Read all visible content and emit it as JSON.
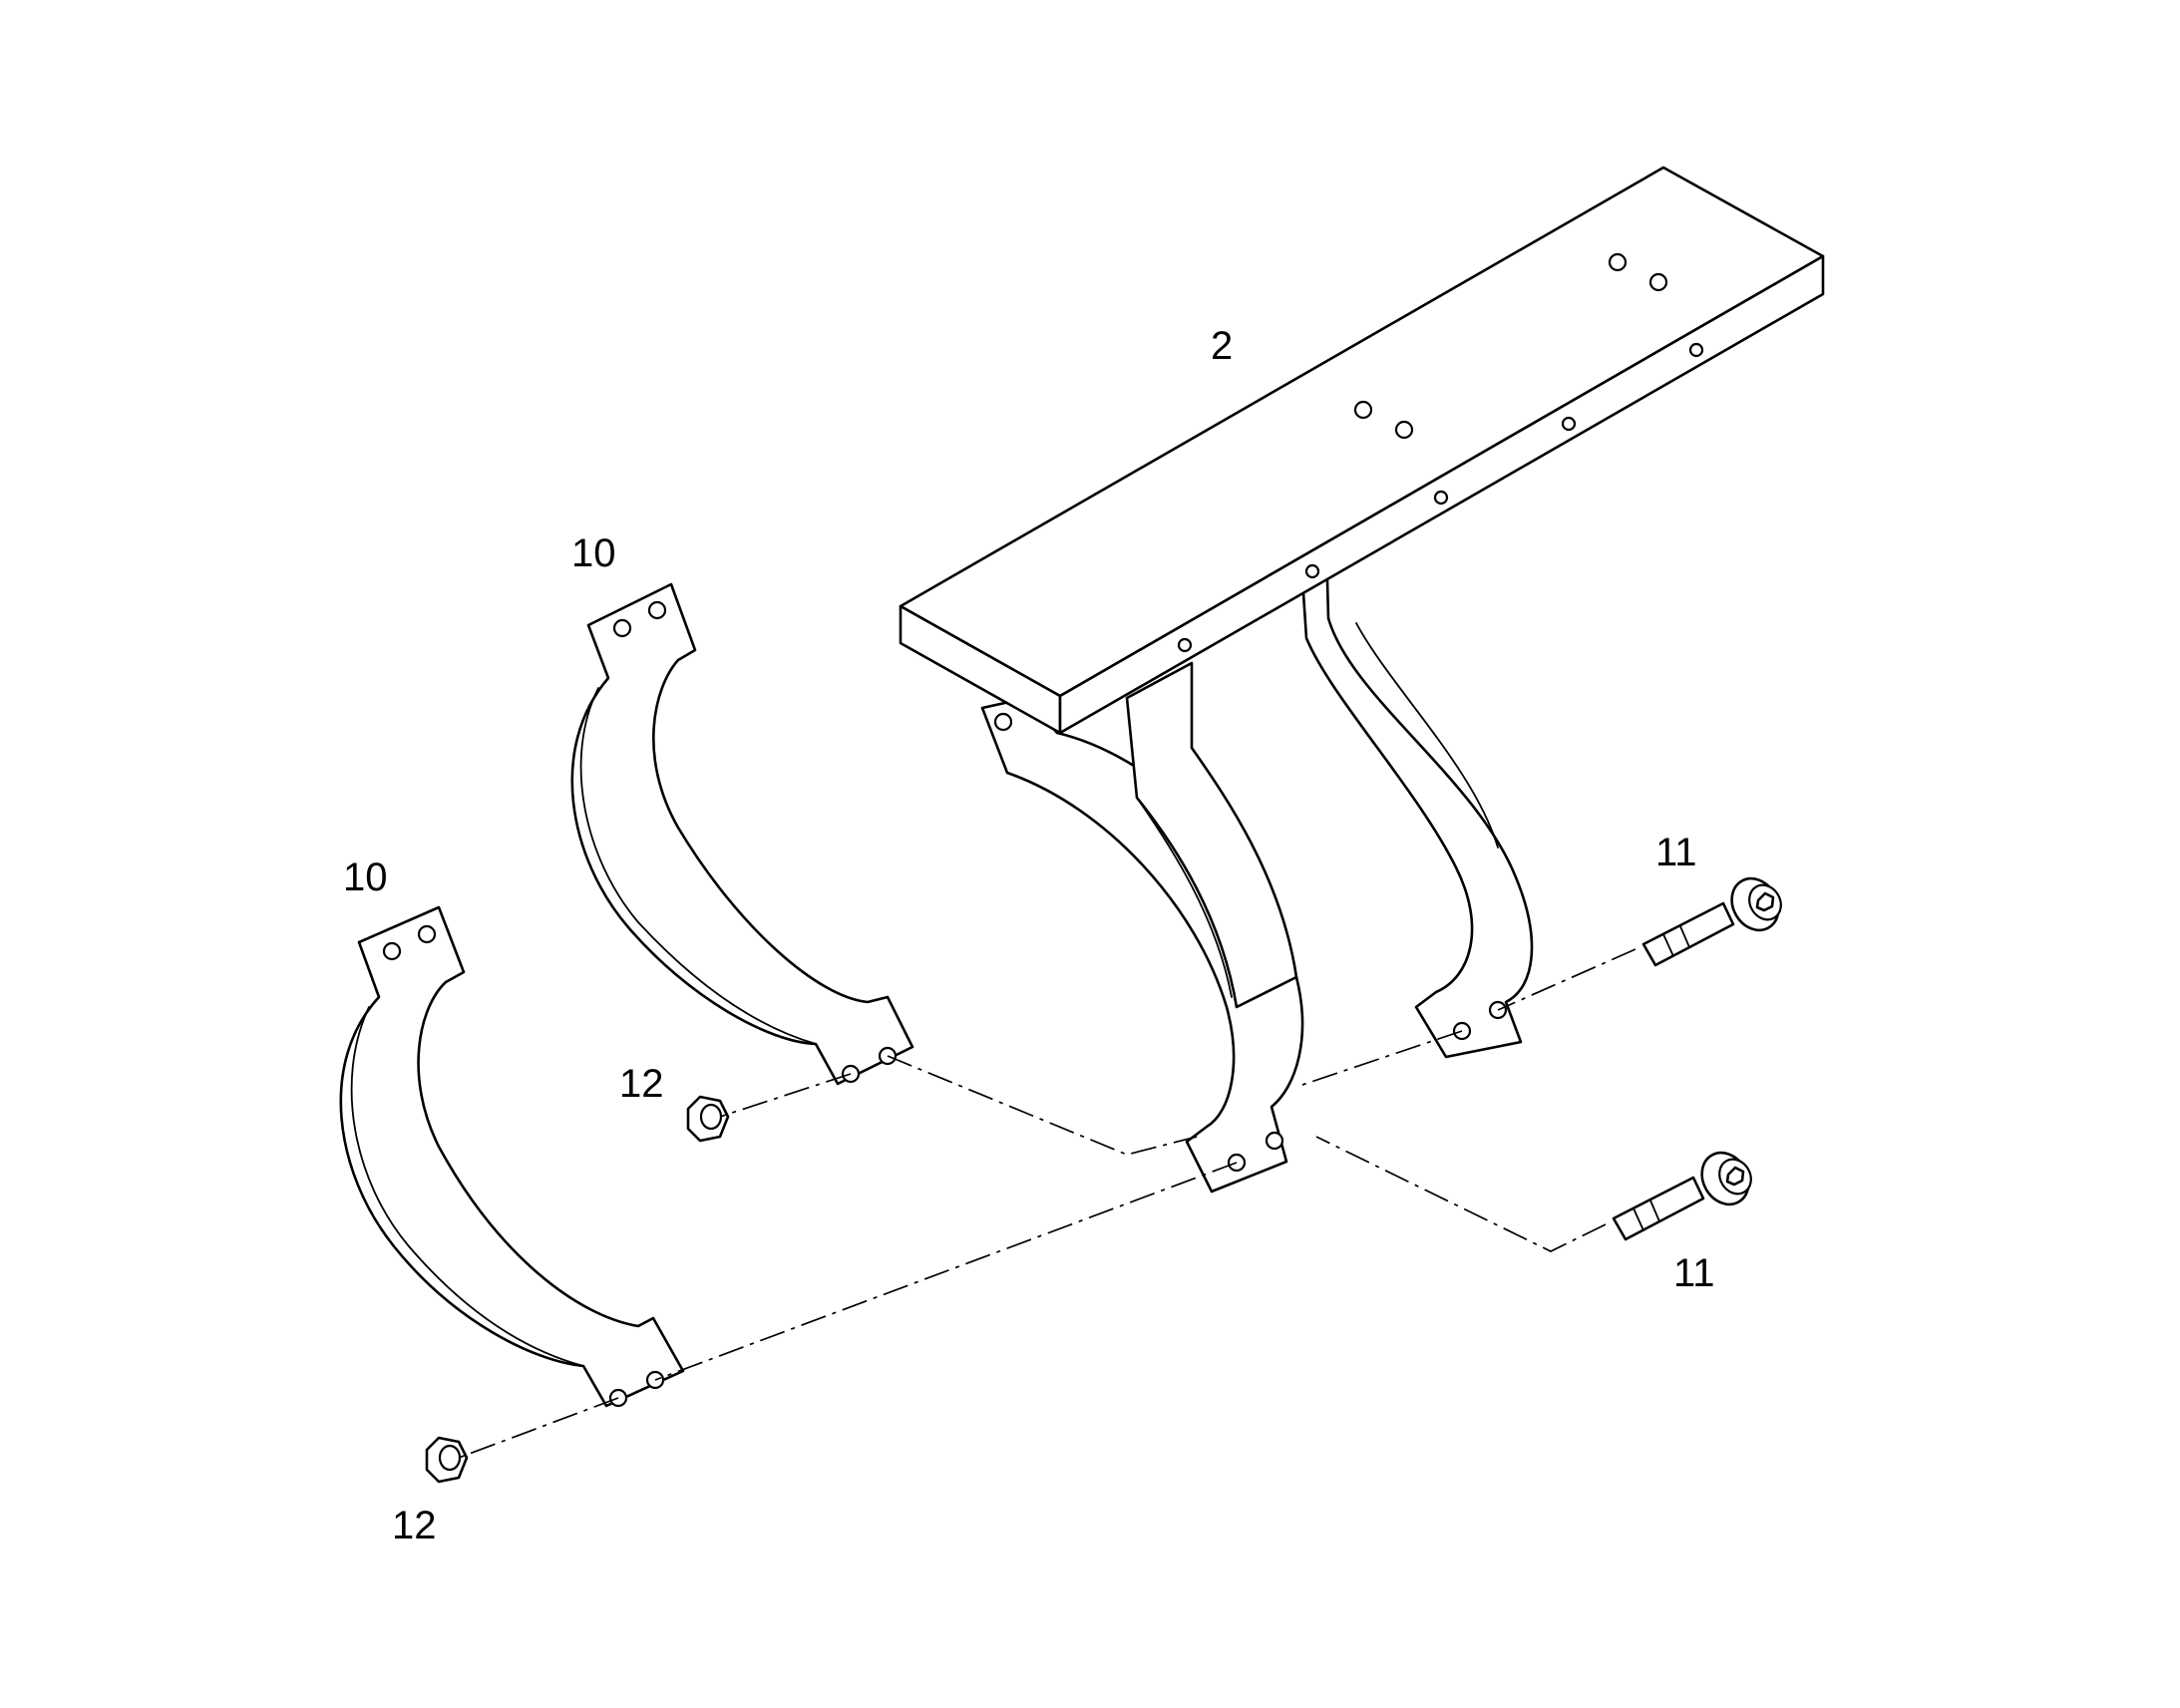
{
  "callouts": {
    "beam": "2",
    "clamp_upper": "10",
    "clamp_lower": "10",
    "bolt_upper": "11",
    "bolt_lower": "11",
    "nut_upper": "12",
    "nut_lower": "12"
  }
}
